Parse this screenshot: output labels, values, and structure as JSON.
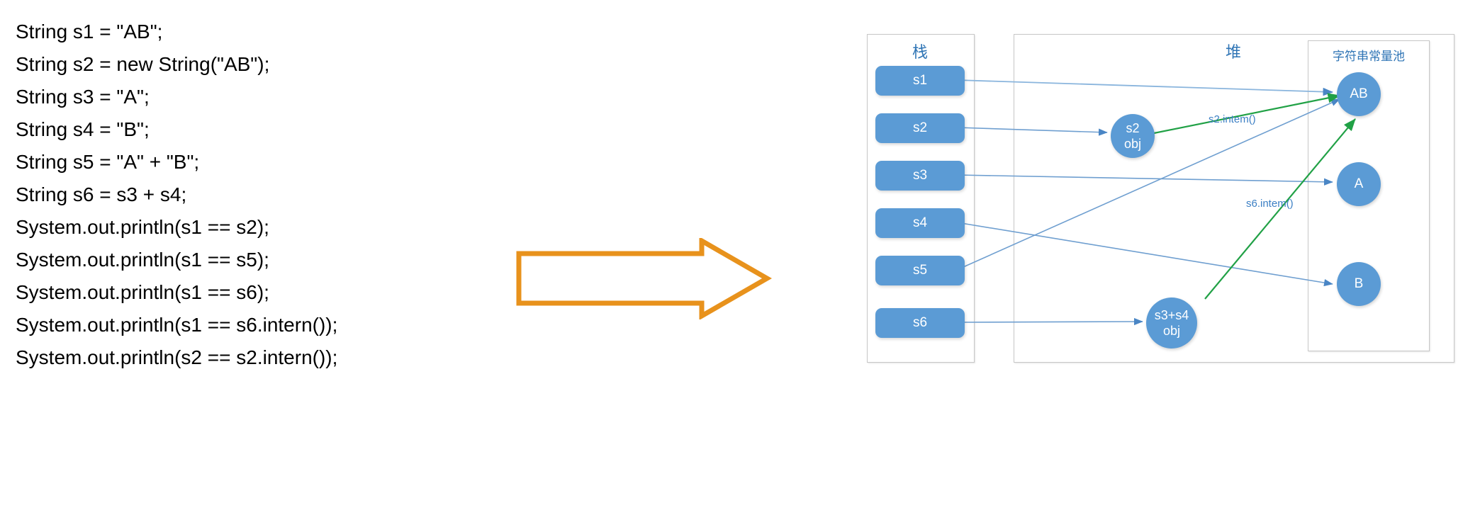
{
  "code": {
    "lines": [
      "String s1 = \"AB\";",
      "String s2 = new String(\"AB\");",
      "String s3 = \"A\";",
      "String s4 = \"B\";",
      "String s5 = \"A\" + \"B\";",
      "String s6 = s3 + s4;",
      "System.out.println(s1 == s2);",
      "System.out.println(s1 == s5);",
      "System.out.println(s1 == s6);",
      "System.out.println(s1 == s6.intern());",
      "System.out.println(s2 == s2.intern());"
    ]
  },
  "arrow": {
    "name": "orange-right-arrow",
    "color": "#E8921C"
  },
  "diagram": {
    "panels": {
      "stack": {
        "title": "栈"
      },
      "heap": {
        "title": "堆"
      },
      "pool": {
        "title": "字符串常量池"
      }
    },
    "stack_slots": [
      {
        "label": "s1"
      },
      {
        "label": "s2"
      },
      {
        "label": "s3"
      },
      {
        "label": "s4"
      },
      {
        "label": "s5"
      },
      {
        "label": "s6"
      }
    ],
    "heap_objects": [
      {
        "line1": "s2",
        "line2": "obj"
      },
      {
        "line1": "s3+s4",
        "line2": "obj"
      }
    ],
    "pool_entries": [
      {
        "label": "AB"
      },
      {
        "label": "A"
      },
      {
        "label": "B"
      }
    ],
    "edge_labels": [
      {
        "text": "s2.intem()"
      },
      {
        "text": "s6.intem()"
      }
    ],
    "colors": {
      "node_fill": "#5B9BD5",
      "panel_border": "#C7C7C7",
      "title_text": "#2E74B5",
      "blue_edge": "#5B9BD5",
      "green_edge": "#21A146"
    }
  }
}
